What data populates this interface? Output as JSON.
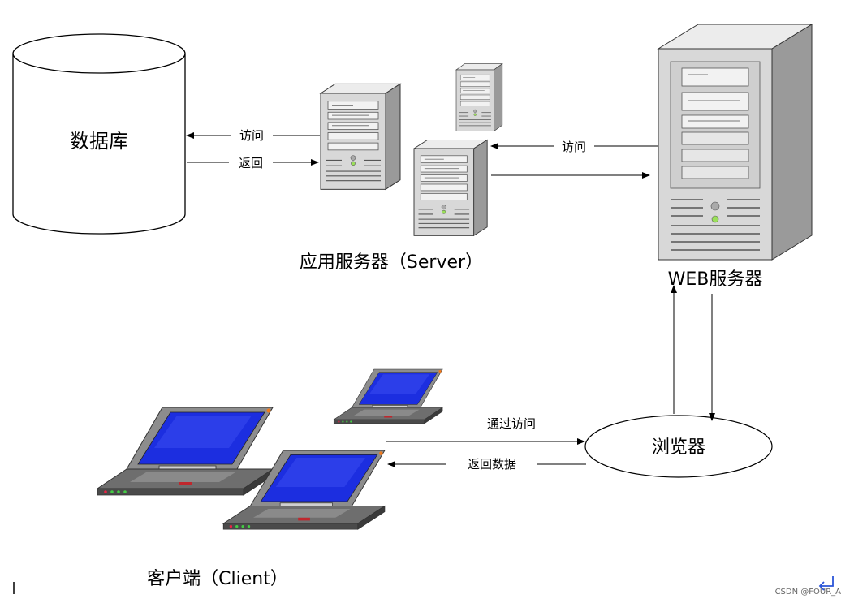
{
  "nodes": {
    "database": "数据库",
    "app_server": "应用服务器（Server）",
    "web_server": "WEB服务器",
    "browser": "浏览器",
    "client": "客户端（Client）"
  },
  "edges": {
    "app_to_db": "访问",
    "db_to_app": "返回",
    "web_to_app": "访问",
    "client_to_browser": "通过访问",
    "browser_to_client": "返回数据"
  },
  "watermark": "CSDN @FOUR_A",
  "colors": {
    "screen": "#1c2ee0",
    "server_body": "#d8d8d8",
    "server_side": "#9a9a9a",
    "laptop_body": "#7c7c7c"
  }
}
